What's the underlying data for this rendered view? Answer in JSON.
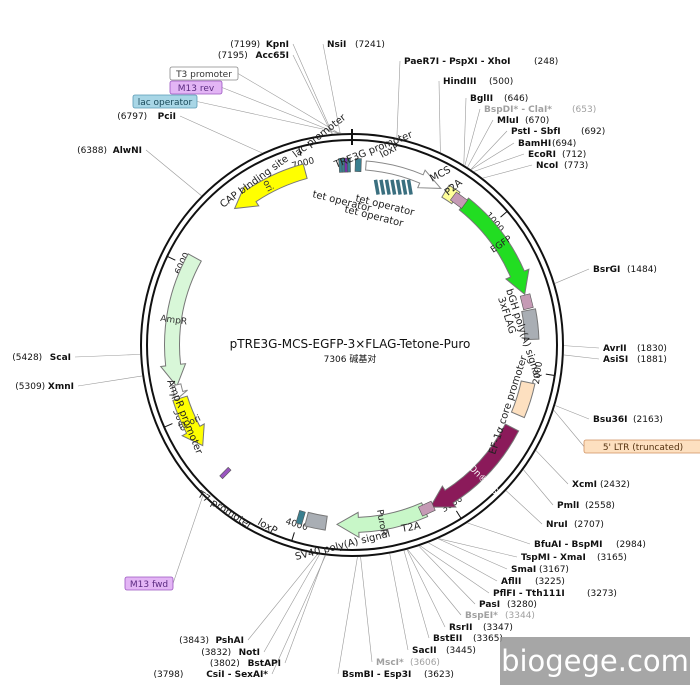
{
  "title": "pTRE3G-MCS-EGFP-3×FLAG-Tetone-Puro",
  "subtitle": "7306 碱基对",
  "total_bp": 7306,
  "colors": {
    "backbone": "#111111",
    "ori": "#ffff00",
    "EGFP": "#22dd22",
    "Tet-On 3G": "#8b1a5a",
    "PuroR": "#c8f7c8",
    "AmpR": "#d8f7d8",
    "f1 ori": "#ffff00",
    "EF-1a core promoter": "#fde0c0",
    "bGH": "#a9aeb4",
    "SV40": "#a9aeb4",
    "MCS": "#ffff99",
    "FLAG": "#c59ab5",
    "loxP": "#3a7f8f",
    "tet operator": "#3a6f7f",
    "promoter": "#ffffff",
    "watermark": "#999999"
  },
  "ticks": [
    "1000",
    "2000",
    "3000",
    "4000",
    "5000",
    "6000",
    "7000"
  ],
  "tick_positions": [
    1000,
    2000,
    3000,
    4000,
    5000,
    6000,
    7000
  ],
  "features": [
    {
      "name": "ori",
      "type": "arrow",
      "start": 6480,
      "end": 7000,
      "dir": -1,
      "color": "#ffff00",
      "inner_label": "ori"
    },
    {
      "name": "EGFP",
      "type": "arrow",
      "start": 780,
      "end": 1495,
      "dir": 1,
      "color": "#22dd22",
      "inner_label": "EGFP"
    },
    {
      "name": "Tet-On 3G",
      "type": "arrow",
      "start": 2380,
      "end": 3130,
      "dir": 1,
      "color": "#8b1a5a",
      "inner_label": "Tet-On® 3G"
    },
    {
      "name": "PuroR",
      "type": "arrow",
      "start": 3170,
      "end": 3750,
      "dir": 1,
      "color": "#c8f7c8",
      "inner_label": "PuroR"
    },
    {
      "name": "AmpR",
      "type": "arrow",
      "start": 5210,
      "end": 6070,
      "dir": -1,
      "color": "#d8f7d8",
      "inner_label": "AmpR"
    },
    {
      "name": "f1 ori",
      "type": "arrow",
      "start": 4790,
      "end": 5130,
      "dir": -1,
      "color": "#ffff00",
      "inner_label": "f1 ori"
    },
    {
      "name": "EF-1a core promoter",
      "type": "box",
      "start": 2070,
      "end": 2290,
      "color": "#fde0c0"
    },
    {
      "name": "bGH poly(A) signal",
      "type": "box",
      "start": 1600,
      "end": 1790,
      "color": "#a9aeb4"
    },
    {
      "name": "SV40 poly(A) signal",
      "type": "box",
      "start": 3820,
      "end": 3950,
      "color": "#a9aeb4"
    },
    {
      "name": "MCS",
      "type": "box",
      "start": 635,
      "end": 715,
      "color": "#ffff99"
    },
    {
      "name": "TRE3G promoter",
      "type": "arrow-outline",
      "start": 90,
      "end": 600,
      "dir": 1
    },
    {
      "name": "AmpR promoter",
      "type": "arrow-outline",
      "start": 5140,
      "end": 5220,
      "dir": -1
    }
  ],
  "feature_labels": [
    {
      "text": "loxP"
    },
    {
      "text": "TRE3G promoter"
    },
    {
      "text": "MCS"
    },
    {
      "text": "P2A"
    },
    {
      "text": "tet operator"
    },
    {
      "text": "tet operator"
    },
    {
      "text": "tet operator"
    },
    {
      "text": "CAP binding site"
    },
    {
      "text": "lac promoter"
    },
    {
      "text": "3xFLAG"
    },
    {
      "text": "bGH poly(A) signal"
    },
    {
      "text": "EF-1α core promoter"
    },
    {
      "text": "T2A"
    },
    {
      "text": "SV40 poly(A) signal"
    },
    {
      "text": "loxP"
    },
    {
      "text": "T7 promoter"
    },
    {
      "text": "AmpR promoter"
    }
  ],
  "sites": [
    {
      "name": "KpnI",
      "pos": "(7199)"
    },
    {
      "name": "Acc65I",
      "pos": "(7195)"
    },
    {
      "name": "NsiI",
      "pos": "(7241)"
    },
    {
      "name": "PaeR7I - PspXI - XhoI",
      "pos": "(248)"
    },
    {
      "name": "HindIII",
      "pos": "(500)"
    },
    {
      "name": "BglII",
      "pos": "(646)"
    },
    {
      "name": "BspDI* - ClaI*",
      "pos": "(653)",
      "gray": true
    },
    {
      "name": "MluI",
      "pos": "(670)"
    },
    {
      "name": "PstI - SbfI",
      "pos": "(692)"
    },
    {
      "name": "BamHI",
      "pos": "(694)"
    },
    {
      "name": "EcoRI",
      "pos": "(712)"
    },
    {
      "name": "NcoI",
      "pos": "(773)"
    },
    {
      "name": "BsrGI",
      "pos": "(1484)"
    },
    {
      "name": "AvrII",
      "pos": "(1830)"
    },
    {
      "name": "AsiSI",
      "pos": "(1881)"
    },
    {
      "name": "Bsu36I",
      "pos": "(2163)"
    },
    {
      "name": "XcmI",
      "pos": "(2432)"
    },
    {
      "name": "PmlI",
      "pos": "(2558)"
    },
    {
      "name": "NruI",
      "pos": "(2707)"
    },
    {
      "name": "BfuAI - BspMI",
      "pos": "(2984)"
    },
    {
      "name": "TspMI - XmaI",
      "pos": "(3165)"
    },
    {
      "name": "SmaI",
      "pos": "(3167)"
    },
    {
      "name": "AflII",
      "pos": "(3225)"
    },
    {
      "name": "PflFI - Tth111I",
      "pos": "(3273)"
    },
    {
      "name": "PasI",
      "pos": "(3280)"
    },
    {
      "name": "BspEI*",
      "pos": "(3344)",
      "gray": true
    },
    {
      "name": "RsrII",
      "pos": "(3347)"
    },
    {
      "name": "BstEII",
      "pos": "(3365)"
    },
    {
      "name": "SacII",
      "pos": "(3445)"
    },
    {
      "name": "MscI*",
      "pos": "(3606)",
      "gray": true
    },
    {
      "name": "BsmBI - Esp3I",
      "pos": "(3623)"
    },
    {
      "name": "PshAI",
      "pos": "(3843)"
    },
    {
      "name": "NotI",
      "pos": "(3832)"
    },
    {
      "name": "BstAPI",
      "pos": "(3802)"
    },
    {
      "name": "CsiI - SexAI*",
      "pos": "(3798)"
    },
    {
      "name": "ScaI",
      "pos": "(5428)"
    },
    {
      "name": "XmnI",
      "pos": "(5309)"
    },
    {
      "name": "AlwNI",
      "pos": "(6388)"
    },
    {
      "name": "PciI",
      "pos": "(6797)"
    }
  ],
  "boxed_labels": [
    {
      "text": "T3 promoter",
      "fill": "#ffffff",
      "stroke": "#888888",
      "color": "#333333"
    },
    {
      "text": "M13 rev",
      "fill": "#e3b5f5",
      "stroke": "#9a55c0",
      "color": "#5a2a80"
    },
    {
      "text": "lac operator",
      "fill": "#a8d6e6",
      "stroke": "#5a9ab5",
      "color": "#1a4a5a"
    },
    {
      "text": "5' LTR (truncated)",
      "fill": "#fde0c0",
      "stroke": "#d09060",
      "color": "#553311"
    },
    {
      "text": "M13 fwd",
      "fill": "#e3b5f5",
      "stroke": "#9a55c0",
      "color": "#5a2a80"
    }
  ],
  "watermark": "biogege.com"
}
